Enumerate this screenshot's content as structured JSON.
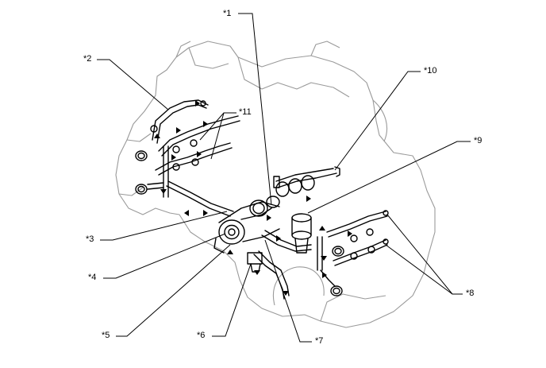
{
  "callouts": [
    {
      "id": "c1",
      "text": "*1"
    },
    {
      "id": "c2",
      "text": "*2"
    },
    {
      "id": "c3",
      "text": "*3"
    },
    {
      "id": "c4",
      "text": "*4"
    },
    {
      "id": "c5",
      "text": "*5"
    },
    {
      "id": "c6",
      "text": "*6"
    },
    {
      "id": "c7",
      "text": "*7"
    },
    {
      "id": "c8",
      "text": "*8"
    },
    {
      "id": "c9",
      "text": "*9"
    },
    {
      "id": "c10",
      "text": "*10"
    },
    {
      "id": "c11",
      "text": "*11"
    }
  ],
  "colors": {
    "outline": "#9a9a9a",
    "line": "#000000",
    "background": "#ffffff"
  }
}
